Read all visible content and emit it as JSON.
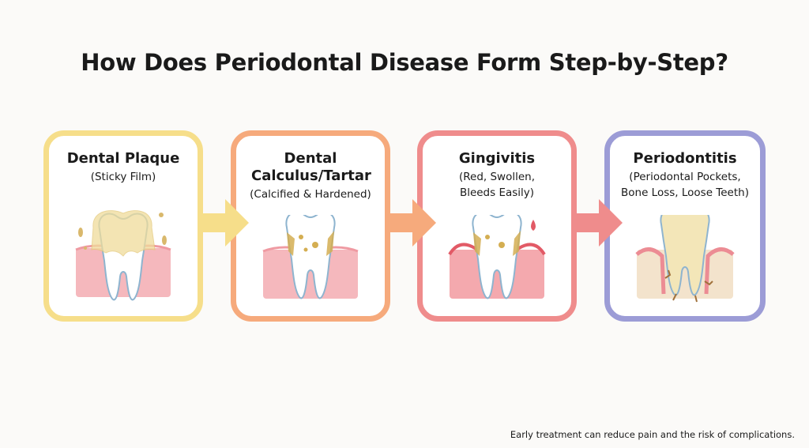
{
  "title": "How Does Periodontal Disease Form Step-by-Step?",
  "steps": [
    {
      "heading": "Dental Plaque",
      "subtitle": "(Sticky Film)",
      "color": "#f6de8a",
      "icon": "tooth-with-plaque"
    },
    {
      "heading": "Dental Calculus/Tartar",
      "subtitle": "(Calcified & Hardened)",
      "color": "#f6aa7c",
      "icon": "tooth-with-tartar"
    },
    {
      "heading": "Gingivitis",
      "subtitle": "(Red, Swollen, Bleeds Easily)",
      "color": "#ef8c8c",
      "icon": "tooth-with-inflamed-gums"
    },
    {
      "heading": "Periodontitis",
      "subtitle": "(Periodontal Pockets, Bone Loss, Loose Teeth)",
      "color": "#9c9cd6",
      "icon": "tooth-with-bone-loss"
    }
  ],
  "footnote": "Early treatment can reduce pain and the risk of complications."
}
